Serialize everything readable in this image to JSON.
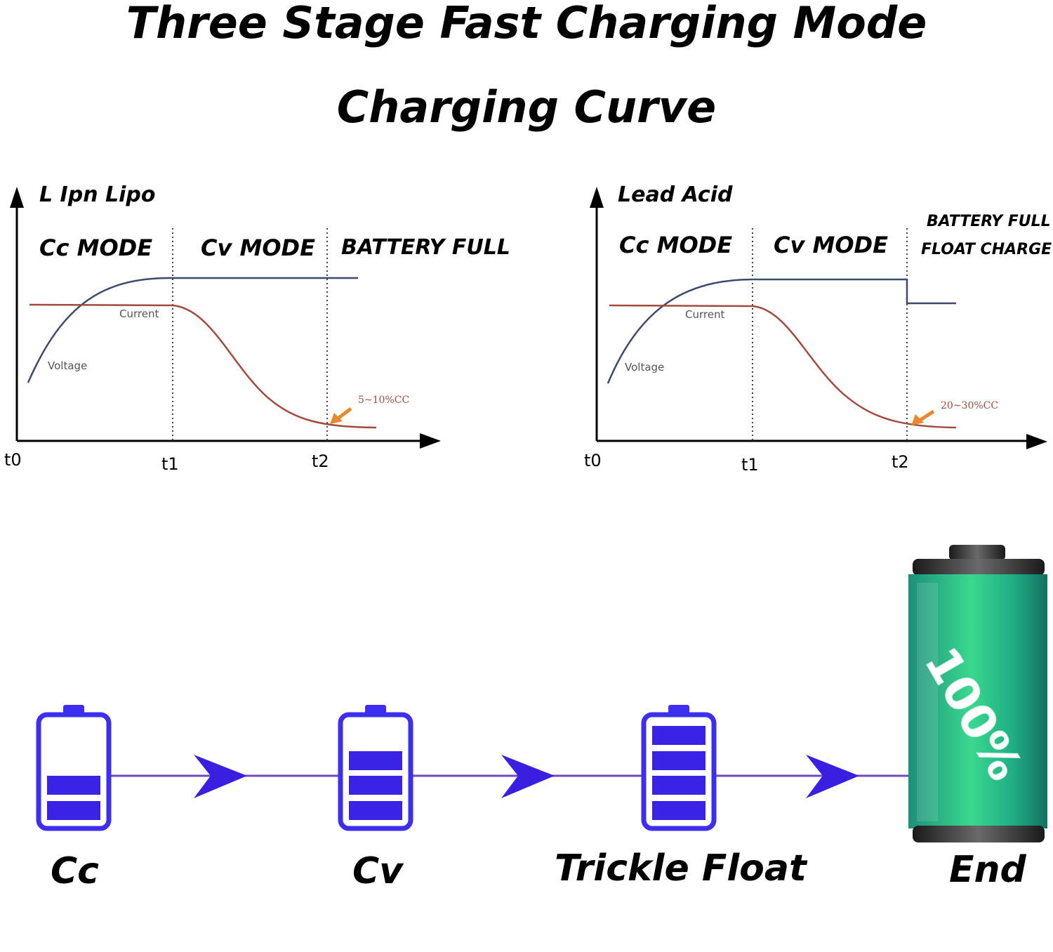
{
  "title": {
    "line1": "Three Stage Fast Charging Mode",
    "line2": "Charging Curve"
  },
  "diagrams": [
    {
      "heading": "L Ipn Lipo",
      "modes": [
        "Cc MODE",
        "Cv MODE",
        "BATTERY FULL"
      ],
      "voltage_label": "Voltage",
      "current_label": "Current",
      "note": "5~10%CC",
      "ticks": [
        "t0",
        "t1",
        "t2"
      ]
    },
    {
      "heading": "Lead Acid",
      "modes": [
        "Cc MODE",
        "Cv MODE",
        "BATTERY FULL",
        "FLOAT CHARGE"
      ],
      "voltage_label": "Voltage",
      "current_label": "Current",
      "note": "20~30%CC",
      "ticks": [
        "t0",
        "t1",
        "t2"
      ]
    }
  ],
  "stages": [
    {
      "label": "Cc",
      "bars": 2
    },
    {
      "label": "Cv",
      "bars": 3
    },
    {
      "label": "Trickle Float",
      "bars": 4
    },
    {
      "label": "End",
      "percent": "100%"
    }
  ],
  "colors": {
    "voltage_line": "#3c4a6e",
    "current_line": "#a04b3f",
    "battery_outline": "#3e2ef0",
    "battery_fill": "#3a22e6",
    "flow_line": "#6a4cc7",
    "arrow": "#3b1fe0",
    "end_battery": "#1f9e86",
    "note_arrow": "#e8892f"
  }
}
